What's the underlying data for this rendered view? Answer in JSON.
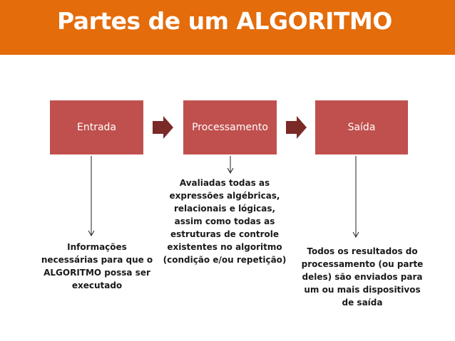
{
  "title": "Partes de um ALGORITMO",
  "steps": [
    {
      "label": "Entrada",
      "description": "Informações necessárias para que o ALGORITMO possa ser executado"
    },
    {
      "label": "Processamento",
      "description": "Avaliadas todas as expressões algébricas, relacionais e lógicas, assim como todas as estruturas de controle existentes no algoritmo (condição e/ou repetição)"
    },
    {
      "label": "Saída",
      "description": "Todos os resultados do processamento (ou parte deles) são enviados para um ou mais dispositivos de saída"
    }
  ],
  "colors": {
    "title_bar": "#e46c0a",
    "box": "#c0504d",
    "flow_arrow": "#7b2a27"
  },
  "icons": [
    "chevron-right-arrow-icon",
    "down-arrow-icon"
  ]
}
